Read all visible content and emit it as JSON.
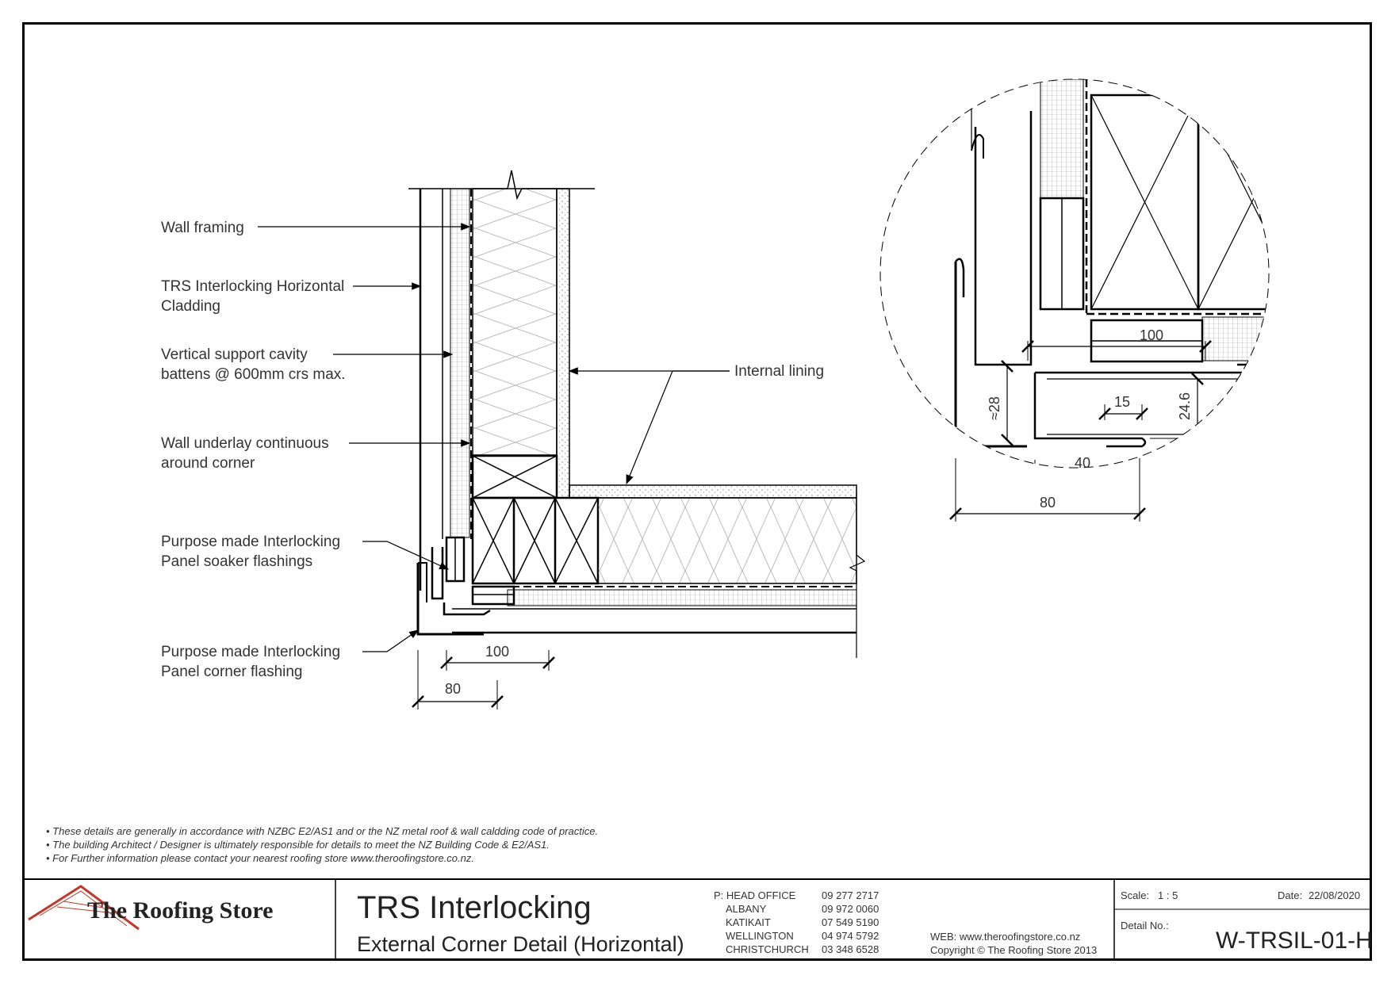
{
  "labels": {
    "wall_framing": "Wall framing",
    "cladding_1": "TRS Interlocking Horizontal",
    "cladding_2": "Cladding",
    "battens_1": "Vertical support cavity",
    "battens_2": "battens @ 600mm crs max.",
    "underlay_1": "Wall underlay continuous",
    "underlay_2": "around corner",
    "soaker_1": "Purpose made Interlocking",
    "soaker_2": "Panel soaker flashings",
    "corner_1": "Purpose made Interlocking",
    "corner_2": "Panel corner flashing",
    "internal_lining": "Internal lining"
  },
  "dimensions": {
    "main_100": "100",
    "main_80": "80",
    "detail_100": "100",
    "detail_15": "15",
    "detail_24_6": "24.6",
    "detail_28": "≈28",
    "detail_40": "40",
    "detail_80": "80"
  },
  "notes": [
    "• These details are generally in accordance with NZBC E2/AS1 and or the NZ metal roof & wall caldding code of practice.",
    "• The building Architect / Designer is ultimately responsible for details to meet the NZ Building Code & E2/AS1.",
    "• For Further information please contact your nearest roofing store www.theroofingstore.co.nz."
  ],
  "title_block": {
    "company": "The Roofing Store",
    "title": "TRS Interlocking",
    "subtitle": "External Corner Detail (Horizontal)",
    "offices": [
      {
        "name": "P: HEAD OFFICE",
        "phone": "09 277 2717"
      },
      {
        "name": "ALBANY",
        "phone": "09 972 0060"
      },
      {
        "name": "KATIKAIT",
        "phone": "07 549 5190"
      },
      {
        "name": "WELLINGTON",
        "phone": "04 974 5792"
      },
      {
        "name": "CHRISTCHURCH",
        "phone": "03 348 6528"
      }
    ],
    "web": "WEB: www.theroofingstore.co.nz",
    "copyright": "Copyright © The Roofing Store 2013",
    "scale_label": "Scale:",
    "scale_value": "1 : 5",
    "date_label": "Date:",
    "date_value": "22/08/2020",
    "detail_label": "Detail No.:",
    "detail_value": "W-TRSIL-01-H"
  },
  "colors": {
    "line": "#000000",
    "text": "#333333",
    "logo_red": "#c0392b"
  }
}
